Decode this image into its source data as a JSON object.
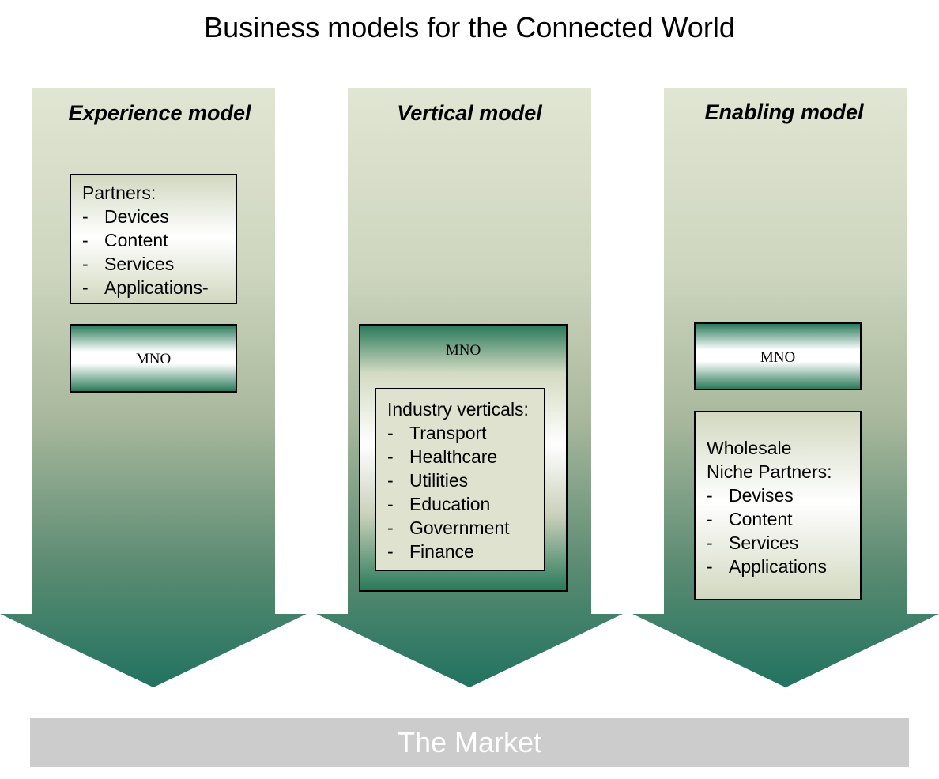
{
  "title": "Business models for the Connected World",
  "columns": [
    {
      "title": "Experience model",
      "partners_box": {
        "heading": [
          "Partners:"
        ],
        "items": [
          "Devices",
          "Content",
          "Services",
          "Applications-"
        ]
      },
      "mno_label": "MNO"
    },
    {
      "title": "Vertical model",
      "mno_label": "MNO",
      "industry_box": {
        "heading": [
          "Industry verticals:"
        ],
        "items": [
          "Transport",
          "Healthcare",
          "Utilities",
          "Education",
          "Government",
          "Finance"
        ]
      }
    },
    {
      "title": "Enabling model",
      "mno_label": "MNO",
      "wholesale_box": {
        "heading": [
          "Wholesale",
          "Niche Partners:"
        ],
        "items": [
          "Devises",
          "Content",
          "Services",
          "Applications"
        ]
      }
    }
  ],
  "market_label": "The Market",
  "colors": {
    "arrow_top": "#e1e5d3",
    "arrow_mid": "#b2c0a6",
    "arrow_bottom": "#217360",
    "market_bar": "#cccccc"
  }
}
